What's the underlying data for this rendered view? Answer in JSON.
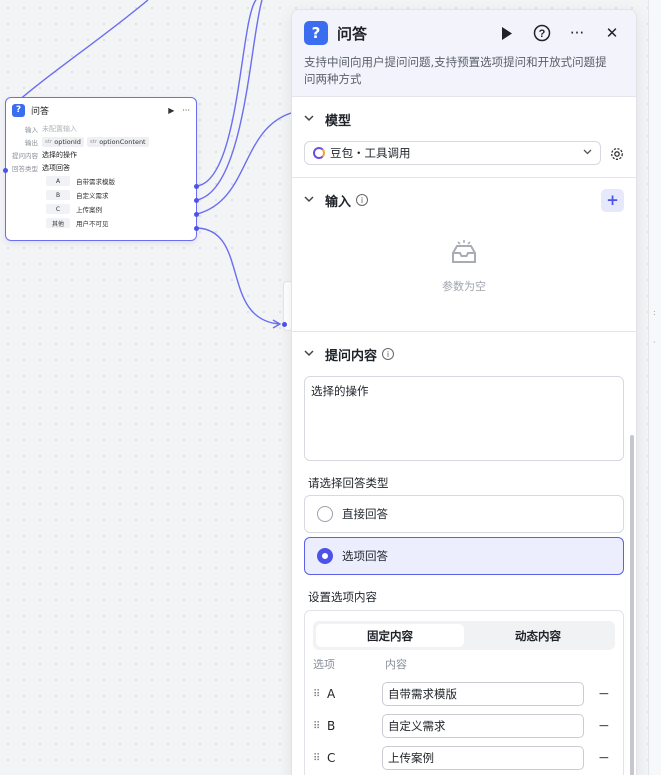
{
  "node": {
    "icon": "question-mark-icon",
    "title": "问答",
    "run_icon": "▶",
    "more_icon": "···",
    "rows": [
      {
        "label": "输入",
        "value": "未配置输入"
      },
      {
        "label": "输出",
        "tags": [
          {
            "type": "str",
            "name": "optionId"
          },
          {
            "type": "str",
            "name": "optionContent"
          }
        ]
      },
      {
        "label": "提问内容",
        "value": "选择的操作"
      },
      {
        "label": "回答类型",
        "value": "选项回答"
      }
    ],
    "options": [
      {
        "key": "A",
        "text": "自带需求模版"
      },
      {
        "key": "B",
        "text": "自定义需求"
      },
      {
        "key": "C",
        "text": "上传案例"
      },
      {
        "key": "其他",
        "text": "用户不可见"
      }
    ]
  },
  "panel": {
    "icon": "question-mark-icon",
    "title": "问答",
    "description": "支持中间向用户提问问题,支持预置选项提问和开放式问题提问两种方式",
    "tools": {
      "run": "▶",
      "help": "?",
      "more": "···",
      "close": "✕"
    },
    "model": {
      "heading": "模型",
      "selected": "豆包・工具调用"
    },
    "input": {
      "heading": "输入",
      "add": "+",
      "empty_text": "参数为空"
    },
    "question": {
      "heading": "提问内容",
      "content": "选择的操作",
      "answer_type_label": "请选择回答类型",
      "answer_types": [
        {
          "label": "直接回答",
          "selected": false
        },
        {
          "label": "选项回答",
          "selected": true
        }
      ],
      "options_label": "设置选项内容",
      "tabs": [
        {
          "label": "固定内容",
          "active": true
        },
        {
          "label": "动态内容",
          "active": false
        }
      ],
      "columns": [
        "选项",
        "内容"
      ],
      "options": [
        {
          "key": "A",
          "value": "自带需求模版"
        },
        {
          "key": "B",
          "value": "自定义需求"
        },
        {
          "key": "C",
          "value": "上传案例"
        }
      ],
      "remove": "−"
    }
  },
  "colors": {
    "accent": "#4d53e8",
    "icon_blue": "#3a6df0",
    "header_bg": "#f2f3fb"
  }
}
